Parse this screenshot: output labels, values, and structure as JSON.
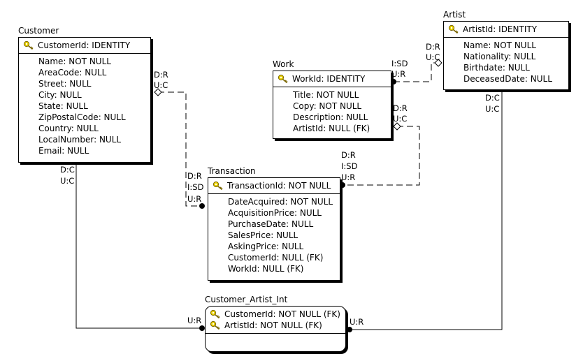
{
  "icons": {
    "key": "key-icon",
    "key_color": "#e8d000"
  },
  "entities": {
    "customer": {
      "title": "Customer",
      "keys": [
        "CustomerId: IDENTITY"
      ],
      "attributes": [
        "Name: NOT NULL",
        "AreaCode: NULL",
        "Street: NULL",
        "City: NULL",
        "State: NULL",
        "ZipPostalCode: NULL",
        "Country: NULL",
        "LocalNumber: NULL",
        "Email: NULL"
      ]
    },
    "work": {
      "title": "Work",
      "keys": [
        "WorkId: IDENTITY"
      ],
      "attributes": [
        "Title: NOT NULL",
        "Copy: NOT NULL",
        "Description: NULL",
        "ArtistId: NULL (FK)"
      ]
    },
    "artist": {
      "title": "Artist",
      "keys": [
        "ArtistId: IDENTITY"
      ],
      "attributes": [
        "Name: NOT NULL",
        "Nationality: NULL",
        "Birthdate: NULL",
        "DeceasedDate: NULL"
      ]
    },
    "transaction": {
      "title": "Transaction",
      "keys": [
        "TransactionId: NOT NULL"
      ],
      "attributes": [
        "DateAcquired: NOT NULL",
        "AcquisitionPrice: NULL",
        "PurchaseDate: NULL",
        "SalesPrice: NULL",
        "AskingPrice: NULL",
        "CustomerId: NULL (FK)",
        "WorkId: NULL (FK)"
      ]
    },
    "customer_artist_int": {
      "title": "Customer_Artist_Int",
      "keys": [
        "CustomerId: NOT NULL (FK)",
        "ArtistId: NOT NULL (FK)"
      ],
      "attributes": []
    }
  },
  "relationship_labels": {
    "work_artist_parent_dr": "D:R",
    "work_artist_parent_uc": "U:C",
    "work_artist_child_isd": "I:SD",
    "work_artist_child_ur": "U:R",
    "artist_int_parent_dc": "D:C",
    "artist_int_parent_uc": "U:C",
    "artist_int_child_ur": "U:R",
    "customer_txn_parent_dr": "D:R",
    "customer_txn_parent_uc": "U:C",
    "customer_txn_child_dr": "D:R",
    "customer_txn_child_isd": "I:SD",
    "customer_txn_child_ur": "U:R",
    "work_txn_parent_dr": "D:R",
    "work_txn_parent_uc": "U:C",
    "work_txn_child_dr": "D:R",
    "work_txn_child_isd": "I:SD",
    "work_txn_child_ur": "U:R",
    "customer_int_parent_dc": "D:C",
    "customer_int_parent_uc": "U:C",
    "customer_int_child_ur": "U:R"
  }
}
